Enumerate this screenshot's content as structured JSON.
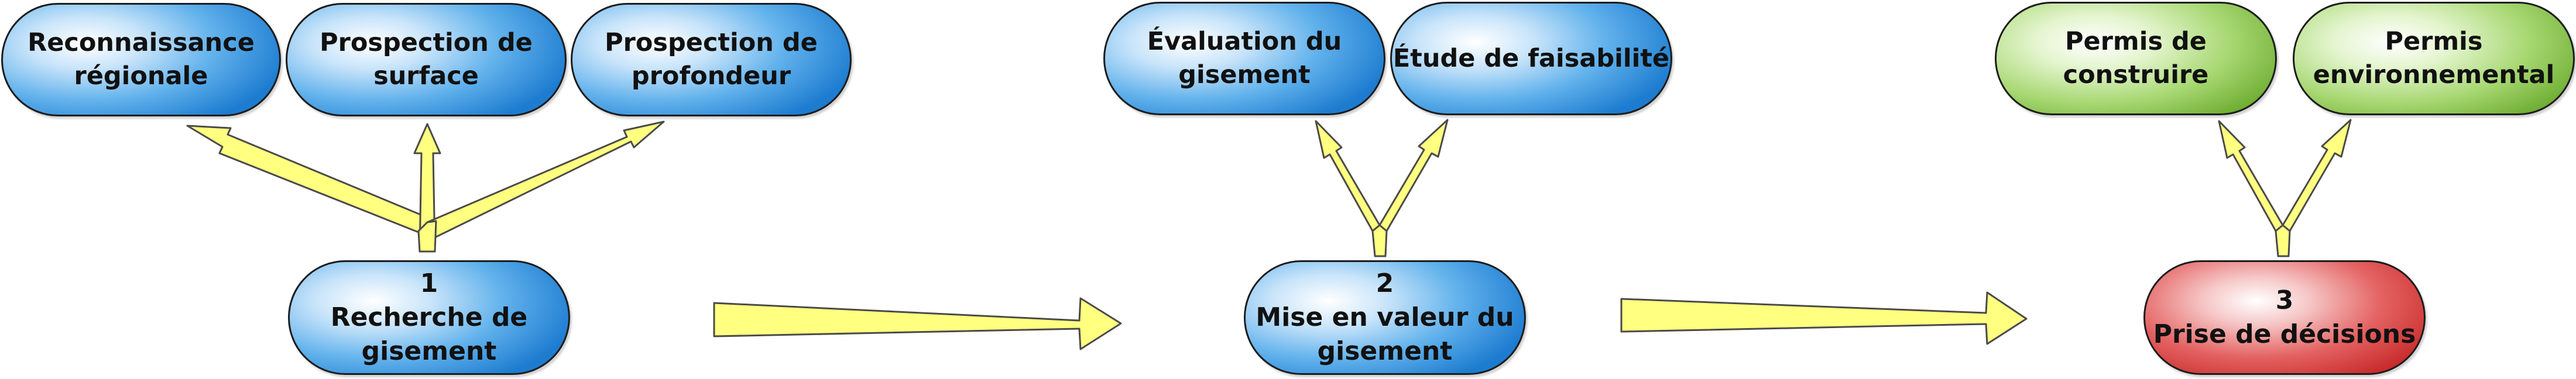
{
  "stages": [
    {
      "number": "1",
      "label_lines": [
        "Recherche de",
        "gisement"
      ],
      "color": "blue",
      "children": [
        {
          "label_lines": [
            "Reconnaissance",
            "régionale"
          ],
          "color": "blue"
        },
        {
          "label_lines": [
            "Prospection de",
            "surface"
          ],
          "color": "blue"
        },
        {
          "label_lines": [
            "Prospection de",
            "profondeur"
          ],
          "color": "blue"
        }
      ]
    },
    {
      "number": "2",
      "label_lines": [
        "Mise en valeur du",
        "gisement"
      ],
      "color": "blue",
      "children": [
        {
          "label_lines": [
            "Évaluation du",
            "gisement"
          ],
          "color": "blue"
        },
        {
          "label_lines": [
            "Étude de faisabilité"
          ],
          "color": "blue"
        }
      ]
    },
    {
      "number": "3",
      "label_lines": [
        "Prise de décisions"
      ],
      "color": "red",
      "children": [
        {
          "label_lines": [
            "Permis de",
            "construire"
          ],
          "color": "green"
        },
        {
          "label_lines": [
            "Permis",
            "environnemental"
          ],
          "color": "green"
        }
      ]
    }
  ],
  "colors": {
    "arrow_fill": "#ffff80",
    "arrow_stroke": "#4a4a4a",
    "outline": "#1c1c1c",
    "blue": "#4ea6e8",
    "green": "#a3d36c",
    "red": "#de4a4a"
  }
}
